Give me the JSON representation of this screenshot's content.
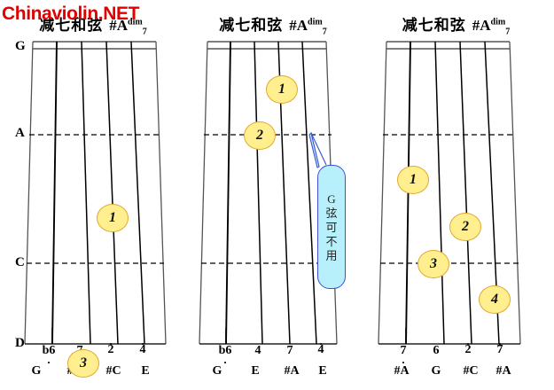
{
  "watermark": "Chinaviolin.NET",
  "colors": {
    "watermark": "#e00000",
    "finger_fill": "#ffef8f",
    "finger_stroke": "#e0a82e",
    "callout_fill": "#b7f0fb",
    "callout_stroke": "#3c4fd8",
    "string": "#000000",
    "edge": "#555555"
  },
  "position_labels": [
    {
      "name": "position-label-g",
      "text": "G"
    },
    {
      "name": "position-label-a",
      "text": "A"
    },
    {
      "name": "position-label-c",
      "text": "C"
    },
    {
      "name": "position-label-d",
      "text": "D"
    }
  ],
  "diagrams": [
    {
      "id": "diagram-1",
      "title": {
        "chinese": "减七和弦",
        "root": "#A",
        "quality": "dim",
        "seventh": "7"
      },
      "fingers": [
        {
          "label": "1",
          "string": 3,
          "y_pos": "between-a-and-c"
        }
      ],
      "degrees": [
        {
          "text": "b6",
          "dot": "below"
        },
        {
          "text": "7",
          "dot": "none"
        },
        {
          "text": "2",
          "dot": "above"
        },
        {
          "text": "4",
          "dot": "above"
        }
      ],
      "notes": [
        "G",
        "#A",
        "#C",
        "E"
      ],
      "overlay_finger": {
        "label": "3",
        "string": 2
      },
      "callout": null
    },
    {
      "id": "diagram-2",
      "title": {
        "chinese": "减七和弦",
        "root": "#A",
        "quality": "dim",
        "seventh": "7"
      },
      "fingers": [
        {
          "label": "1",
          "string": 3,
          "y_pos": "above-a"
        },
        {
          "label": "2",
          "string": 2,
          "y_pos": "at-a"
        }
      ],
      "degrees": [
        {
          "text": "b6",
          "dot": "below"
        },
        {
          "text": "4",
          "dot": "none"
        },
        {
          "text": "7",
          "dot": "none"
        },
        {
          "text": "4",
          "dot": "above"
        }
      ],
      "notes": [
        "G",
        "E",
        "#A",
        "E"
      ],
      "overlay_finger": null,
      "callout": {
        "lines": [
          "G",
          "弦",
          "可",
          "不",
          "用"
        ]
      }
    },
    {
      "id": "diagram-3",
      "title": {
        "chinese": "减七和弦",
        "root": "#A",
        "quality": "dim",
        "seventh": "7"
      },
      "fingers": [
        {
          "label": "1",
          "string": 1,
          "y_pos": "above-c"
        },
        {
          "label": "2",
          "string": 3,
          "y_pos": "above-c"
        },
        {
          "label": "3",
          "string": 2,
          "y_pos": "at-c"
        },
        {
          "label": "4",
          "string": 4,
          "y_pos": "below-c"
        }
      ],
      "degrees": [
        {
          "text": "7",
          "dot": "below"
        },
        {
          "text": "6",
          "dot": "none"
        },
        {
          "text": "2",
          "dot": "above"
        },
        {
          "text": "7",
          "dot": "above"
        }
      ],
      "notes": [
        "#A",
        "G",
        "#C",
        "#A"
      ],
      "overlay_finger": null,
      "callout": null
    }
  ]
}
